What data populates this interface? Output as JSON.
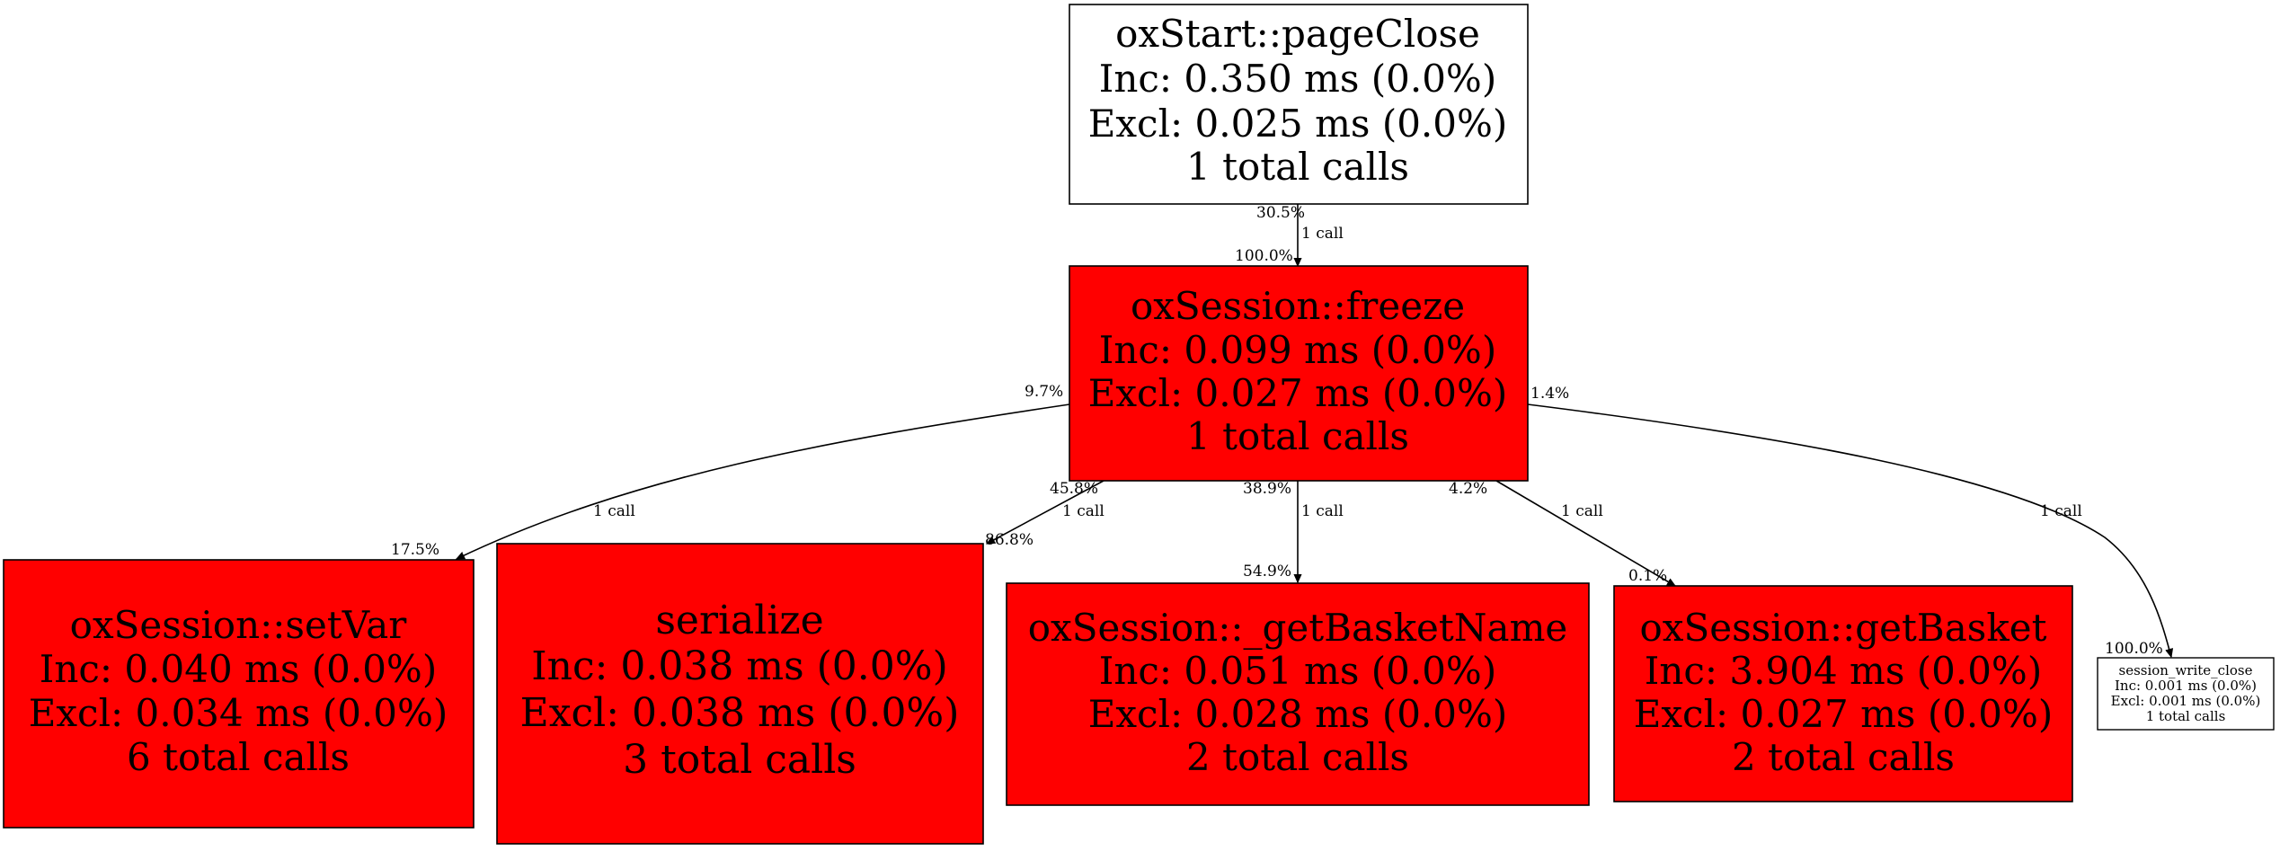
{
  "colors": {
    "hot": "#ff0000",
    "plain": "#ffffff",
    "stroke": "#000000"
  },
  "nodes": {
    "pageclose": {
      "name": "oxStart::pageClose",
      "inc": "Inc: 0.350 ms (0.0%)",
      "excl": "Excl: 0.025 ms (0.0%)",
      "calls": "1 total calls"
    },
    "freeze": {
      "name": "oxSession::freeze",
      "inc": "Inc: 0.099 ms (0.0%)",
      "excl": "Excl: 0.027 ms (0.0%)",
      "calls": "1 total calls"
    },
    "setvar": {
      "name": "oxSession::setVar",
      "inc": "Inc: 0.040 ms (0.0%)",
      "excl": "Excl: 0.034 ms (0.0%)",
      "calls": "6 total calls"
    },
    "serialize": {
      "name": "serialize",
      "inc": "Inc: 0.038 ms (0.0%)",
      "excl": "Excl: 0.038 ms (0.0%)",
      "calls": "3 total calls"
    },
    "getbasketname": {
      "name": "oxSession::_getBasketName",
      "inc": "Inc: 0.051 ms (0.0%)",
      "excl": "Excl: 0.028 ms (0.0%)",
      "calls": "2 total calls"
    },
    "getbasket": {
      "name": "oxSession::getBasket",
      "inc": "Inc: 3.904 ms (0.0%)",
      "excl": "Excl: 0.027 ms (0.0%)",
      "calls": "2 total calls"
    },
    "sessionwriteclose": {
      "name": "session_write_close",
      "inc": "Inc: 0.001 ms (0.0%)",
      "excl": "Excl: 0.001 ms (0.0%)",
      "calls": "1 total calls"
    }
  },
  "edges": {
    "pageclose_freeze": {
      "tail": "30.5%",
      "head": "100.0%",
      "label": "1 call"
    },
    "freeze_setvar": {
      "tail": "9.7%",
      "head": "17.5%",
      "label": "1 call"
    },
    "freeze_serialize": {
      "tail": "45.8%",
      "head": "86.8%",
      "label": "1 call"
    },
    "freeze_getbasketname": {
      "tail": "38.9%",
      "head": "54.9%",
      "label": "1 call"
    },
    "freeze_getbasket": {
      "tail": "4.2%",
      "head": "0.1%",
      "label": "1 call"
    },
    "freeze_sessionwriteclose": {
      "tail": "1.4%",
      "head": "100.0%",
      "label": "1 call"
    }
  }
}
